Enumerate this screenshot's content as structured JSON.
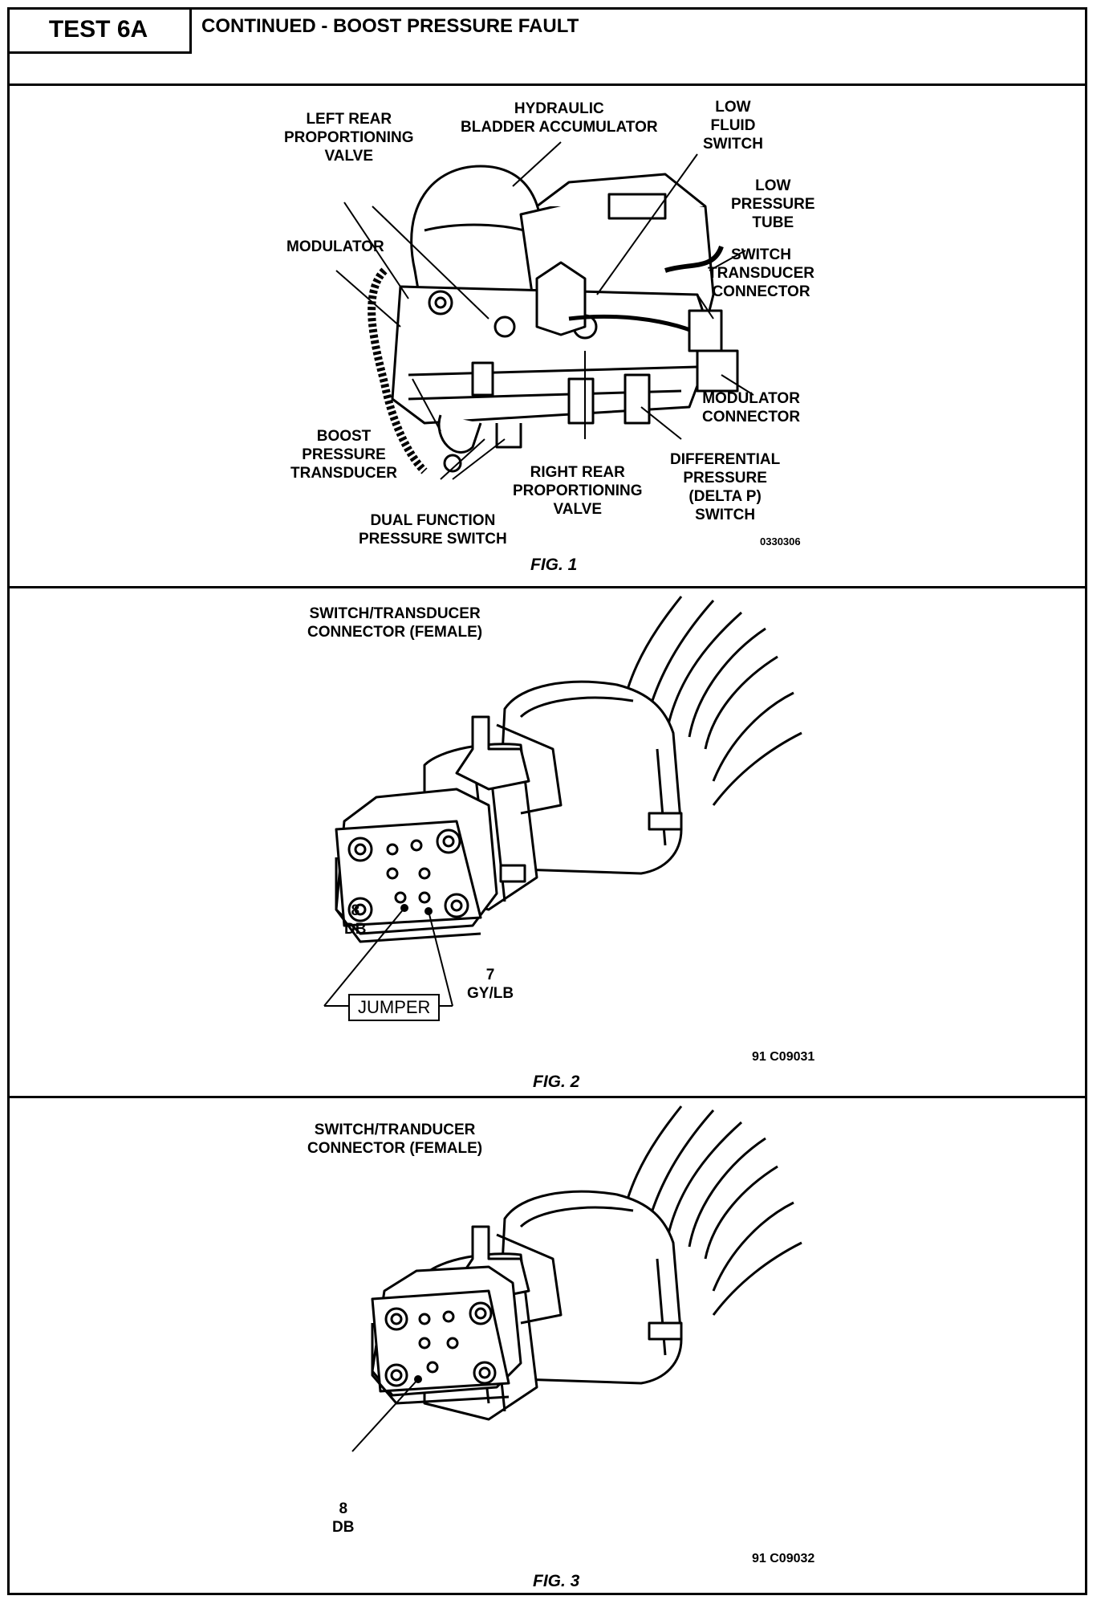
{
  "header": {
    "test_id": "TEST 6A",
    "title": "CONTINUED - BOOST PRESSURE FAULT"
  },
  "fig1": {
    "caption": "FIG. 1",
    "code": "0330306",
    "labels": {
      "left_rear_valve": "LEFT REAR\nPROPORTIONING\nVALVE",
      "accumulator": "HYDRAULIC\nBLADDER ACCUMULATOR",
      "low_fluid": "LOW\nFLUID\nSWITCH",
      "low_pressure": "LOW\nPRESSURE\nTUBE",
      "switch_transducer": "SWITCH\nTRANSDUCER\nCONNECTOR",
      "modulator": "MODULATOR",
      "modulator_connector": "MODULATOR\nCONNECTOR",
      "boost_transducer": "BOOST\nPRESSURE\nTRANSDUCER",
      "right_rear_valve": "RIGHT REAR\nPROPORTIONING\nVALVE",
      "differential": "DIFFERENTIAL\nPRESSURE\n(DELTA P)\nSWITCH",
      "dual_function": "DUAL FUNCTION\nPRESSURE SWITCH"
    }
  },
  "fig2": {
    "caption": "FIG. 2",
    "code": "91 C09031",
    "title": "SWITCH/TRANSDUCER\nCONNECTOR (FEMALE)",
    "pin8": "8\nDB",
    "pin7": "7\nGY/LB",
    "jumper": "JUMPER"
  },
  "fig3": {
    "caption": "FIG. 3",
    "code": "91 C09032",
    "title": "SWITCH/TRANDUCER\nCONNECTOR (FEMALE)",
    "pin8": "8\nDB"
  }
}
